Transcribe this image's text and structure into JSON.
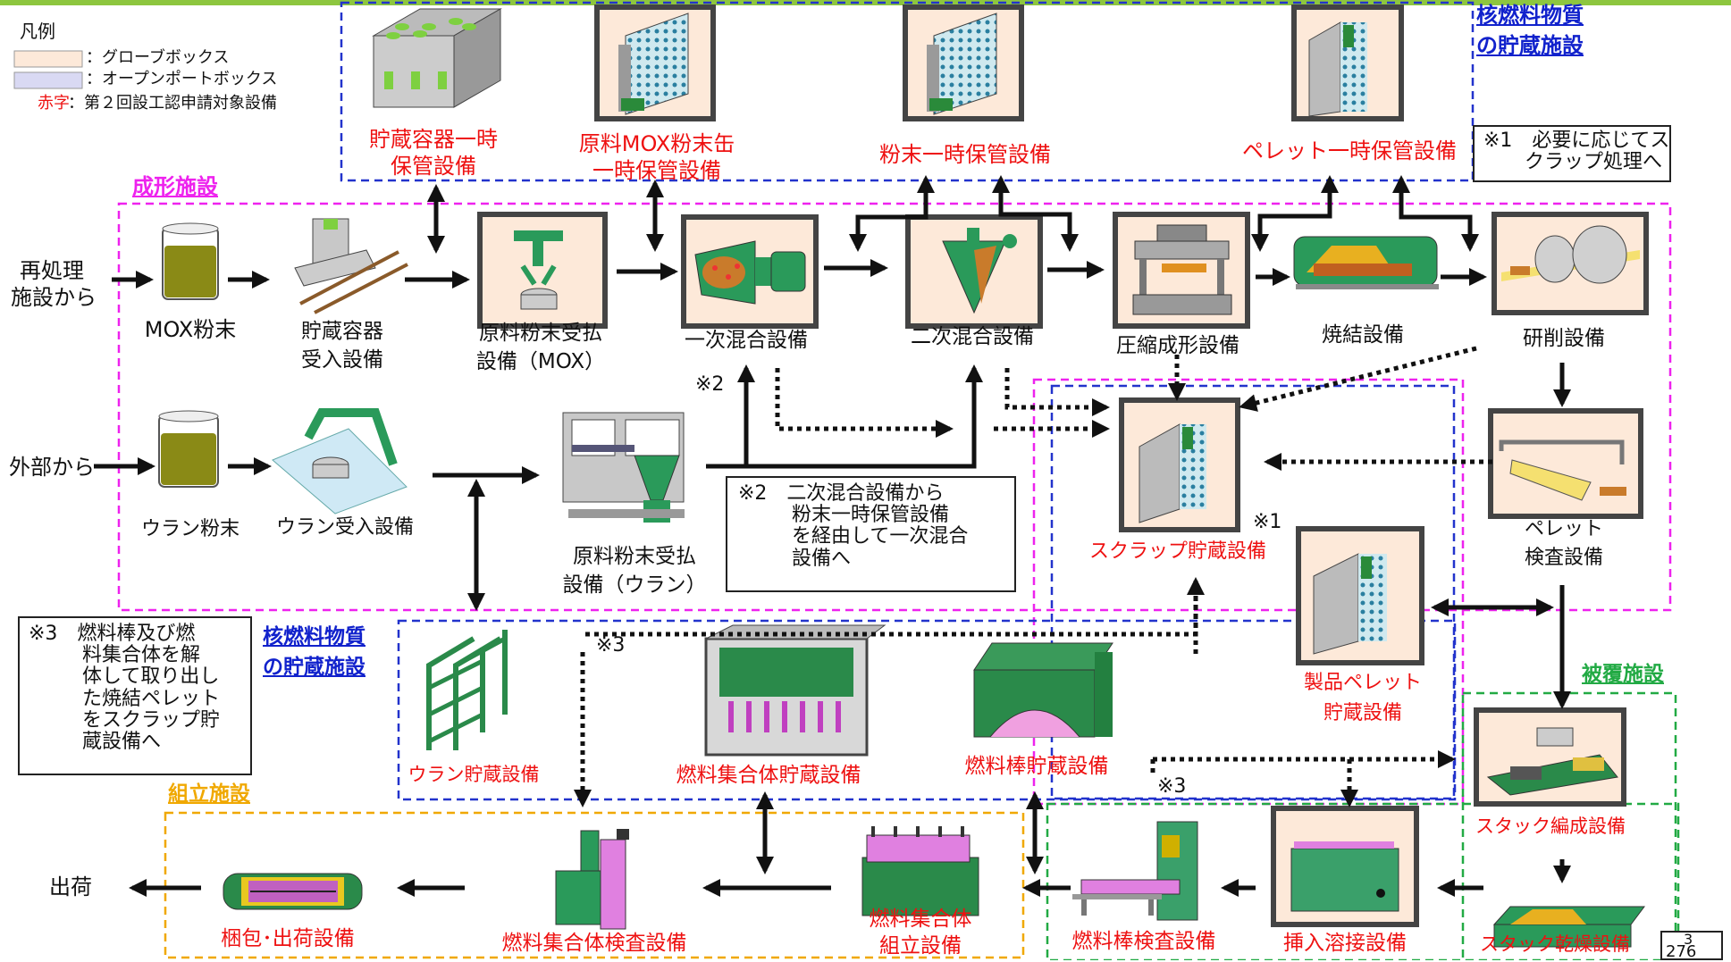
{
  "legend": {
    "title": "凡例",
    "glovebox": "：グローブボックス",
    "openport": "：オープンポートボックス",
    "red_label": "赤字",
    "red_desc": "：第２回設工認申請対象設備",
    "colors": {
      "glovebox": "#fde9d9",
      "openport": "#d9d9f3"
    }
  },
  "sections": {
    "storage_top_1": "核燃料物質",
    "storage_top_2": "の貯蔵施設",
    "forming": "成形施設",
    "storage_mid_1": "核燃料物質",
    "storage_mid_2": "の貯蔵施設",
    "cladding": "被覆施設",
    "assembly": "組立施設"
  },
  "sources": {
    "reprocess_1": "再処理",
    "reprocess_2": "施設から",
    "external": "外部から"
  },
  "equipment": {
    "storage_container_temp_1": "貯蔵容器一時",
    "storage_container_temp_2": "保管設備",
    "mox_can_temp_1": "原料MOX粉末缶",
    "mox_can_temp_2": "一時保管設備",
    "powder_temp": "粉末一時保管設備",
    "pellet_temp": "ペレット一時保管設備",
    "mox_powder": "MOX粉末",
    "container_receive_1": "貯蔵容器",
    "container_receive_2": "受入設備",
    "raw_powder_mox_1": "原料粉末受払",
    "raw_powder_mox_2": "設備（MOX）",
    "primary_mix": "一次混合設備",
    "secondary_mix": "二次混合設備",
    "compress": "圧縮成形設備",
    "sinter": "焼結設備",
    "grind": "研削設備",
    "uranium_powder": "ウラン粉末",
    "uranium_receive": "ウラン受入設備",
    "raw_powder_u_1": "原料粉末受払",
    "raw_powder_u_2": "設備（ウラン）",
    "scrap_storage": "スクラップ貯蔵設備",
    "pellet_inspect_1": "ペレット",
    "pellet_inspect_2": "検査設備",
    "product_pellet_1": "製品ペレット",
    "product_pellet_2": "貯蔵設備",
    "uranium_storage": "ウラン貯蔵設備",
    "fa_storage": "燃料集合体貯蔵設備",
    "rod_storage": "燃料棒貯蔵設備",
    "stack_form": "スタック編成設備",
    "stack_dry": "スタック乾燥設備",
    "insert_weld": "挿入溶接設備",
    "rod_inspect": "燃料棒検査設備",
    "fa_assemble_1": "燃料集合体",
    "fa_assemble_2": "組立設備",
    "fa_inspect": "燃料集合体検査設備",
    "pack_ship": "梱包･出荷設備",
    "ship": "出荷"
  },
  "notes": {
    "n1_1": "※1　必要に応じてス",
    "n1_2": "クラップ処理へ",
    "n2_1": "※2　二次混合設備から",
    "n2_2": "粉末一時保管設備",
    "n2_3": "を経由して一次混合",
    "n2_4": "設備へ",
    "n3_1": "※3　燃料棒及び燃",
    "n3_2": "料集合体を解",
    "n3_3": "体して取り出し",
    "n3_4": "た焼結ペレット",
    "n3_5": "をスクラップ貯",
    "n3_6": "蔵設備へ",
    "mark_1": "※1",
    "mark_2": "※2",
    "mark_3a": "※3",
    "mark_3b": "※3"
  },
  "page": {
    "number": "3",
    "sub": "276"
  }
}
